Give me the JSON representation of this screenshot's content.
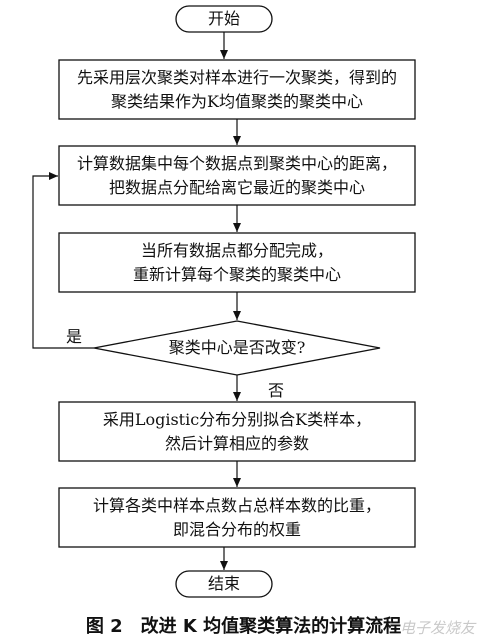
{
  "flowchart": {
    "start": "开始",
    "step1": {
      "line1": "先采用层次聚类对样本进行一次聚类，得到的",
      "line2": "聚类结果作为K均值聚类的聚类中心"
    },
    "step2": {
      "line1": "计算数据集中每个数据点到聚类中心的距离，",
      "line2": "把数据点分配给离它最近的聚类中心"
    },
    "step3": {
      "line1": "当所有数据点都分配完成，",
      "line2": "重新计算每个聚类的聚类中心"
    },
    "decision": "聚类中心是否改变?",
    "yes_label": "是",
    "no_label": "否",
    "step4": {
      "line1": "采用Logistic分布分别拟合K类样本，",
      "line2": "然后计算相应的参数"
    },
    "step5": {
      "line1": "计算各类中样本点数占总样本数的比重，",
      "line2": "即混合分布的权重"
    },
    "end": "结束"
  },
  "caption": "图 2　改进 K 均值聚类算法的计算流程",
  "watermark": "电子发烧友"
}
